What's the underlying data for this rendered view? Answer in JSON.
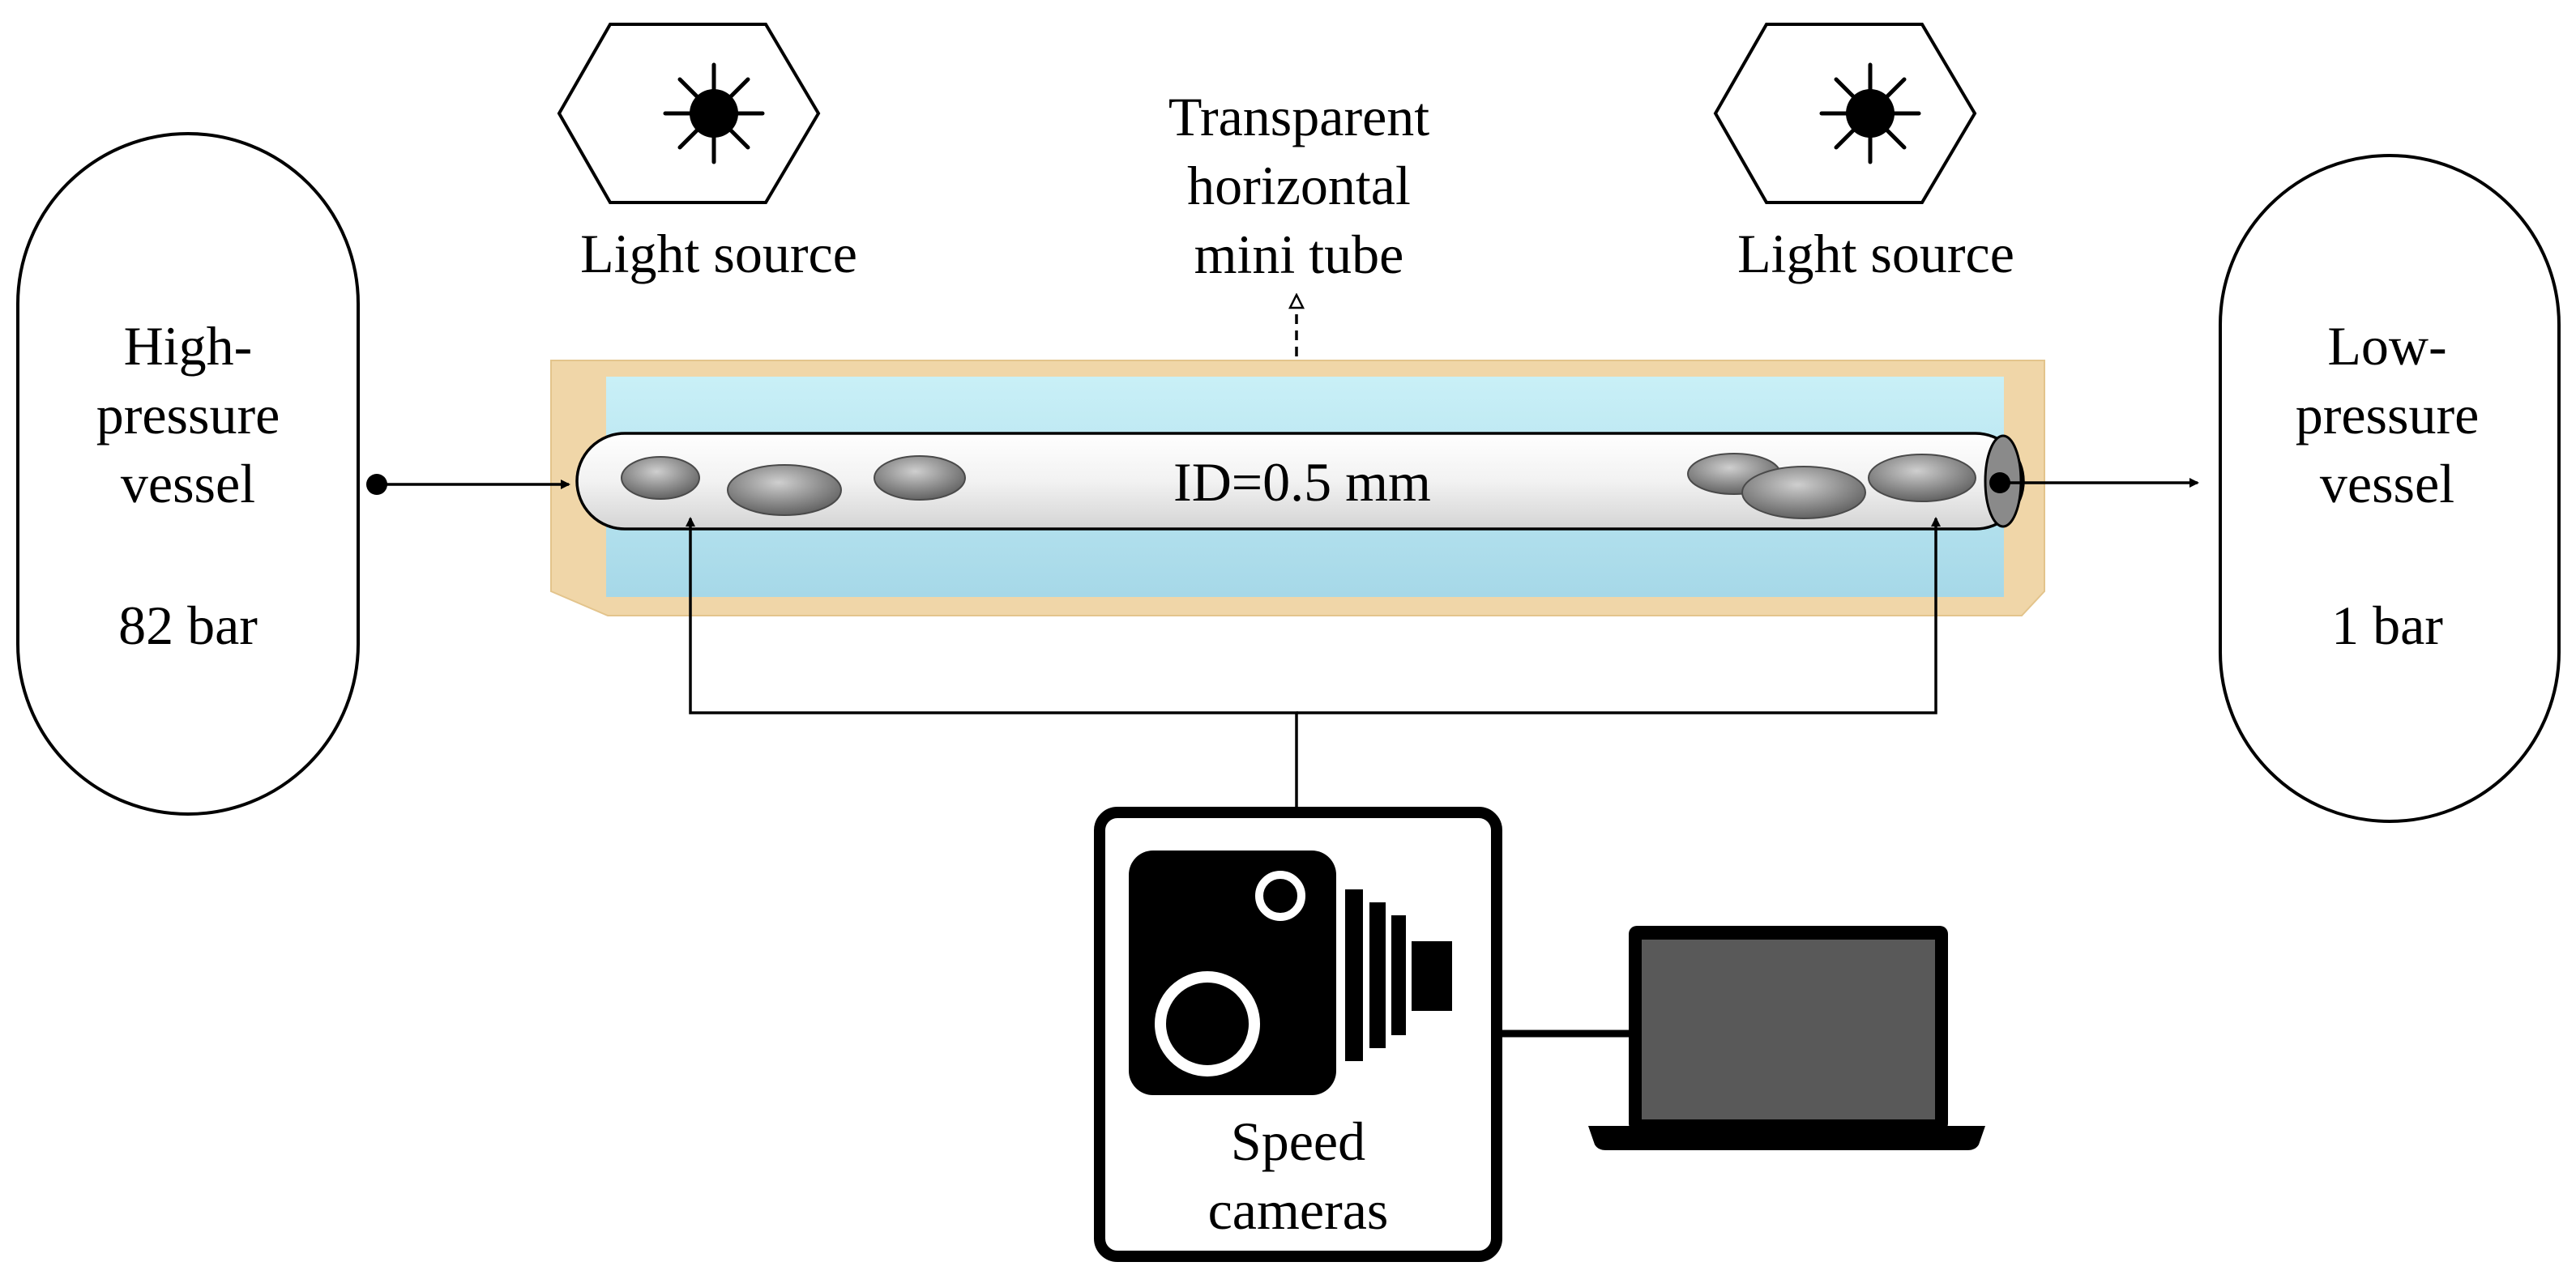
{
  "high_pressure_vessel": {
    "line1": "High-",
    "line2": "pressure",
    "line3": "vessel",
    "pressure": "82 bar"
  },
  "low_pressure_vessel": {
    "line1": "Low-",
    "line2": "pressure",
    "line3": "vessel",
    "pressure": "1 bar"
  },
  "light_source_left": {
    "label": "Light source"
  },
  "light_source_right": {
    "label": "Light source"
  },
  "tube": {
    "title_line1": "Transparent",
    "title_line2": "horizontal",
    "title_line3": "mini tube",
    "inner_diameter": "ID=0.5 mm"
  },
  "camera": {
    "line1": "Speed",
    "line2": "cameras"
  },
  "laptop": {},
  "icons": {
    "light": "light-bulb-icon",
    "camera": "speed-camera-icon",
    "laptop": "laptop-icon"
  }
}
